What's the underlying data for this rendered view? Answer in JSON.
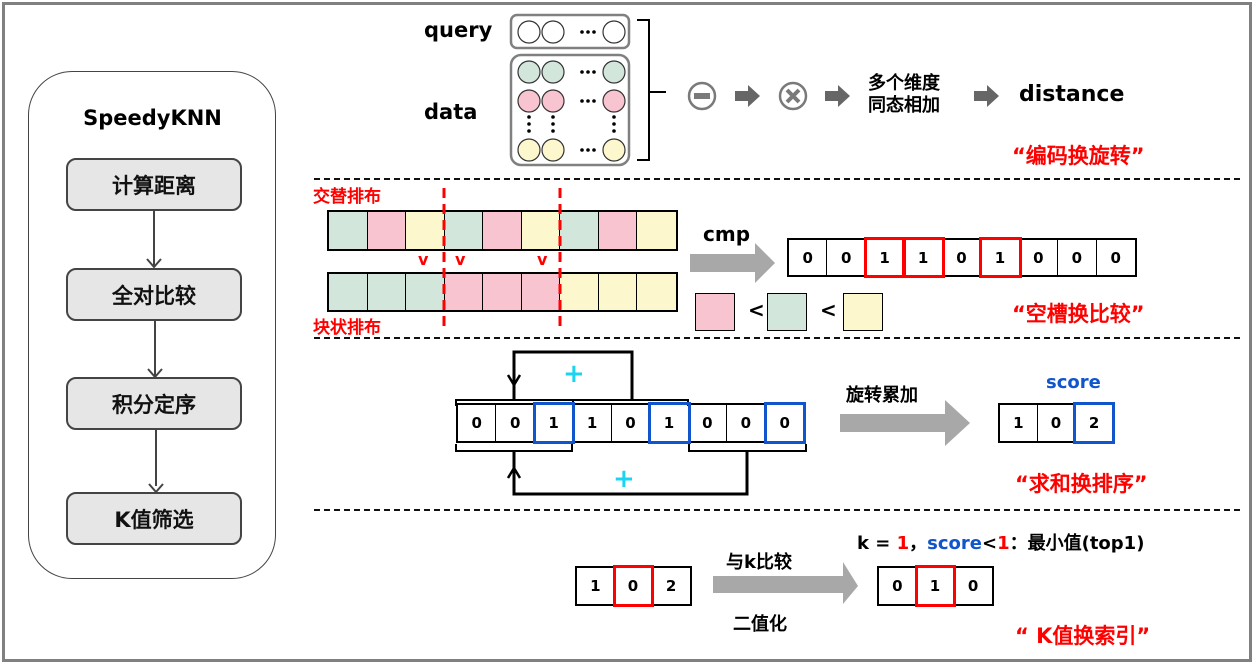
{
  "colors": {
    "green_slot": "#d2e6dc",
    "pink_slot": "#f8c4cf",
    "yellow_slot": "#fdf7cd",
    "highlight_red": "#ff0000",
    "highlight_blue": "#1155cc",
    "plus_cyan": "#1ad4f0",
    "arrow_gray": "#a8a8a8",
    "frame_gray": "#808080"
  },
  "pipeline": {
    "title": "SpeedyKNN",
    "steps": [
      "计算距离",
      "全对比较",
      "积分定序",
      "K值筛选"
    ]
  },
  "section1": {
    "query_label": "query",
    "data_label": "data",
    "ellipsis": "···",
    "ops": [
      "minus-circle",
      "times-circle"
    ],
    "sum_label_line1": "多个维度",
    "sum_label_line2": "同态相加",
    "result_label": "distance",
    "tagline": "“编码换旋转”"
  },
  "section2": {
    "alternating_label": "交替排布",
    "block_label": "块状排布",
    "alternating_slots": [
      "green",
      "pink",
      "yellow",
      "green",
      "pink",
      "yellow",
      "green",
      "pink",
      "yellow"
    ],
    "block_slots": [
      "green",
      "green",
      "green",
      "pink",
      "pink",
      "pink",
      "yellow",
      "yellow",
      "yellow"
    ],
    "compare_marks": [
      "v",
      "v",
      "v"
    ],
    "cmp_label": "cmp",
    "cmp_result": [
      "0",
      "0",
      "1",
      "1",
      "0",
      "1",
      "0",
      "0",
      "0"
    ],
    "cmp_highlighted_indices": [
      2,
      3,
      5
    ],
    "order_legend": [
      "pink",
      "<",
      "green",
      "<",
      "yellow"
    ],
    "tagline": "“空槽换比较”"
  },
  "section3": {
    "values": [
      "0",
      "0",
      "1",
      "1",
      "0",
      "1",
      "0",
      "0",
      "0"
    ],
    "highlighted_indices": [
      2,
      5,
      8
    ],
    "plus_symbol": "+",
    "rotate_sum_label": "旋转累加",
    "score_label": "score",
    "score_values": [
      "1",
      "0",
      "2"
    ],
    "score_highlighted_index": 2,
    "tagline": "“求和换排序”"
  },
  "section4": {
    "input_values": [
      "1",
      "0",
      "2"
    ],
    "input_highlighted_index": 1,
    "compare_label": "与k比较",
    "binarize_label": "二值化",
    "output_values": [
      "0",
      "1",
      "0"
    ],
    "output_highlighted_index": 1,
    "rule_k_prefix": "k = ",
    "rule_k_value": "1",
    "rule_sep": "，",
    "rule_score": "score",
    "rule_lt": "<",
    "rule_threshold": "1",
    "rule_suffix": "：最小值(top1)",
    "tagline": "“ K值换索引”"
  }
}
